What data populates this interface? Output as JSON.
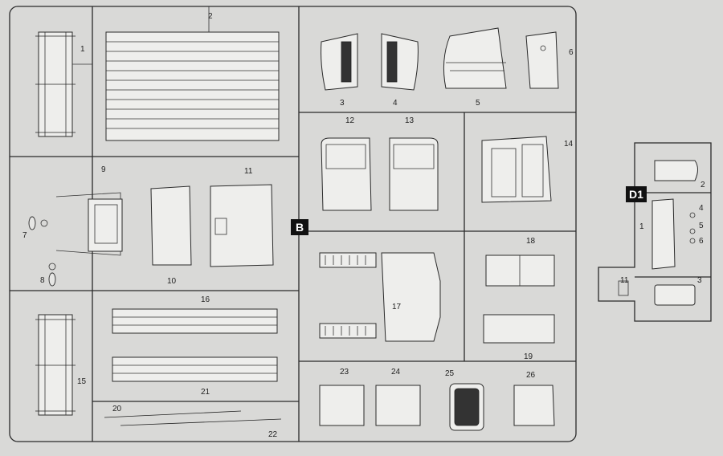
{
  "sprue_b": {
    "letter": "B",
    "part_numbers": [
      "1",
      "2",
      "3",
      "4",
      "5",
      "6",
      "7",
      "8",
      "9",
      "10",
      "11",
      "12",
      "13",
      "14",
      "15",
      "16",
      "17",
      "18",
      "19",
      "20",
      "21",
      "22",
      "23",
      "24",
      "25",
      "26"
    ]
  },
  "sprue_d1": {
    "letter": "D1",
    "part_numbers": [
      "1",
      "2",
      "3",
      "4",
      "5",
      "6",
      "11"
    ]
  },
  "colors": {
    "background": "#d9d9d7",
    "line": "#2a2a2a",
    "part_fill": "#eeeeec",
    "badge": "#111111"
  }
}
